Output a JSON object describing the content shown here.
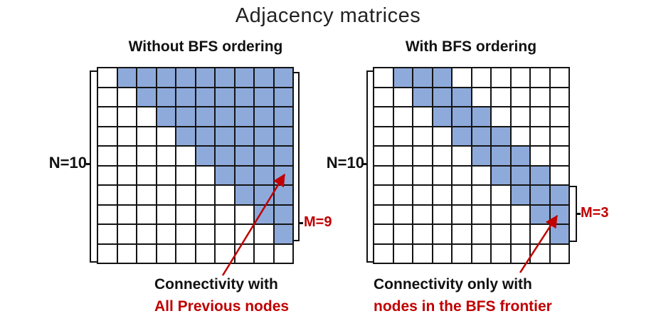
{
  "title": "Adjacency matrices",
  "colors": {
    "cell_blue": "#8EAADB",
    "accent_red": "#C00000",
    "grid_line": "#141414"
  },
  "matrices": [
    {
      "title": "Without BFS ordering",
      "n_label": "N=10",
      "m_label": "M=9",
      "caption": {
        "line1": "Connectivity with",
        "line2": "All Previous nodes"
      },
      "grid": {
        "rows": 10,
        "cols": 10,
        "blue_cells_by_row": [
          [
            1,
            2,
            3,
            4,
            5,
            6,
            7,
            8,
            9
          ],
          [
            2,
            3,
            4,
            5,
            6,
            7,
            8,
            9
          ],
          [
            3,
            4,
            5,
            6,
            7,
            8,
            9
          ],
          [
            4,
            5,
            6,
            7,
            8,
            9
          ],
          [
            5,
            6,
            7,
            8,
            9
          ],
          [
            6,
            7,
            8,
            9
          ],
          [
            7,
            8,
            9
          ],
          [
            8,
            9
          ],
          [
            9
          ],
          []
        ]
      }
    },
    {
      "title": "With BFS ordering",
      "n_label": "N=10",
      "m_label": "M=3",
      "caption": {
        "line1": "Connectivity only with",
        "line2": "nodes in the BFS frontier"
      },
      "grid": {
        "rows": 10,
        "cols": 10,
        "blue_cells_by_row": [
          [
            1,
            2,
            3
          ],
          [
            2,
            3,
            4
          ],
          [
            3,
            4,
            5
          ],
          [
            4,
            5,
            6
          ],
          [
            5,
            6,
            7
          ],
          [
            6,
            7,
            8
          ],
          [
            7,
            8,
            9
          ],
          [
            8,
            9
          ],
          [
            9
          ],
          []
        ]
      }
    }
  ]
}
